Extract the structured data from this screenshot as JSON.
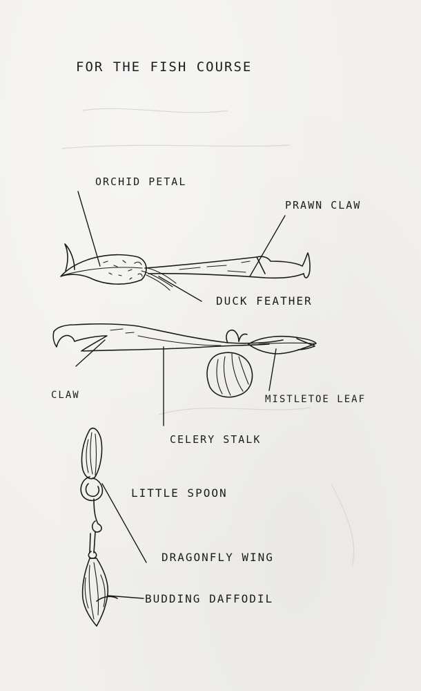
{
  "title": "FOR THE FISH COURSE",
  "labels": {
    "orchid_petal": "ORCHID PETAL",
    "prawn_claw": "PRAWN CLAW",
    "duck_feather": "DUCK FEATHER",
    "claw": "CLAW",
    "mistletoe_leaf": "MISTLETOE LEAF",
    "celery_stalk": "CELERY STALK",
    "little_spoon": "LITTLE SPOON",
    "dragonfly_wing": "DRAGONFLY WING",
    "budding_daffodil": "BUDDING DAFFODIL"
  },
  "colors": {
    "paper": "#f1f0ec",
    "ink": "#1a1a1a"
  }
}
